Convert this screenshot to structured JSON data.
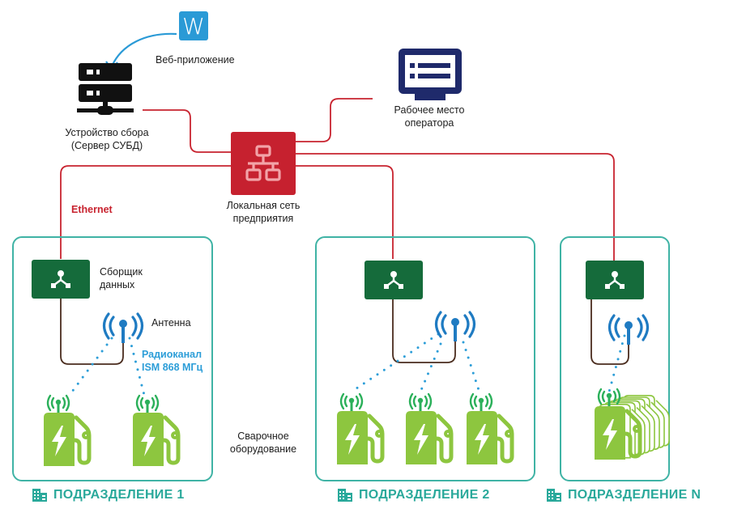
{
  "diagram": {
    "web_app": {
      "label": "Веб-приложение",
      "icon": "web-app-w-icon",
      "icon_letter": "W"
    },
    "server": {
      "label_line1": "Устройство сбора",
      "label_line2": "(Сервер СУБД)",
      "icon": "server-icon"
    },
    "operator": {
      "label_line1": "Рабочее место",
      "label_line2": "оператора",
      "icon": "monitor-icon"
    },
    "lan": {
      "label_line1": "Локальная сеть",
      "label_line2": "предприятия",
      "icon": "network-icon"
    },
    "ethernet_label": "Ethernet",
    "collector_label_line1": "Сборщик",
    "collector_label_line2": "данных",
    "antenna_label": "Антенна",
    "radio_label_line1": "Радиоканал",
    "radio_label_line2": "ISM 868 МГц",
    "welding_label_line1": "Сварочное",
    "welding_label_line2": "оборудование",
    "departments": [
      {
        "title": "ПОДРАЗДЕЛЕНИЕ 1",
        "welders": 2
      },
      {
        "title": "ПОДРАЗДЕЛЕНИЕ 2",
        "welders": 3
      },
      {
        "title": "ПОДРАЗДЕЛЕНИЕ N",
        "welders": "stack"
      }
    ],
    "colors": {
      "ethernet_line": "#c8232f",
      "lan_box": "#c6212f",
      "collector_box": "#156b3b",
      "antenna": "#1f7bc2",
      "radio_dots": "#2d9ed8",
      "welder": "#8dc63f",
      "welder_antenna": "#2bb05a",
      "department_border": "#3fb3a5",
      "monitor": "#1f2a6b",
      "server": "#111111",
      "web_app": "#2a9ad6"
    }
  }
}
